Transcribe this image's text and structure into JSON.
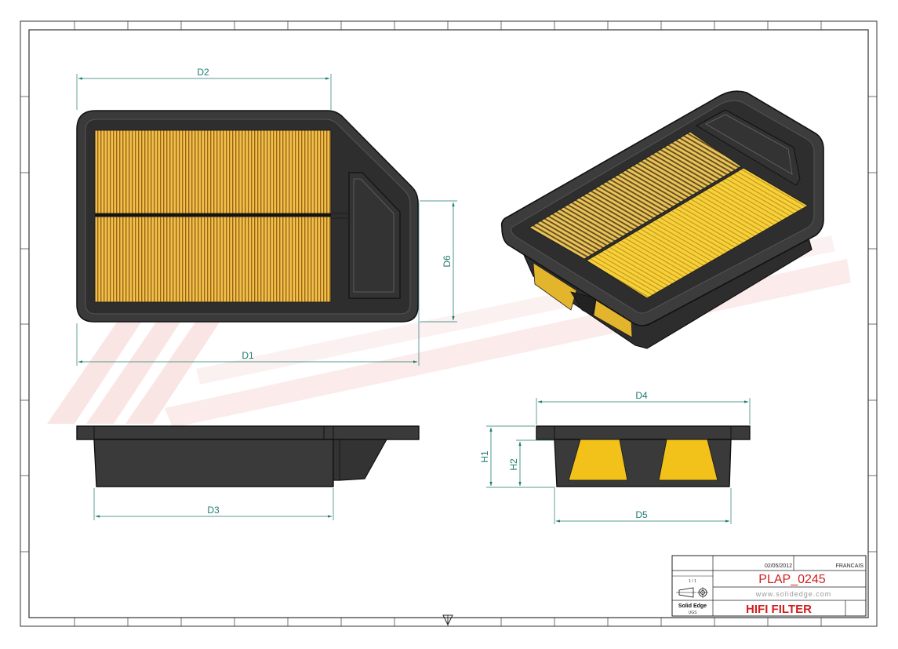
{
  "drawing": {
    "dimensions": {
      "d1": "D1",
      "d2": "D2",
      "d3": "D3",
      "d4": "D4",
      "d5": "D5",
      "d6": "D6",
      "h1": "H1",
      "h2": "H2"
    },
    "title_block": {
      "date_value": "02/05/2012",
      "language_value": "FRANCAIS",
      "sheet_value": "1 / 1",
      "part_number": "PLAP_0245",
      "website": "www.solidedge.com",
      "software": "Solid Edge",
      "software_sub": "UGS",
      "product_title": "HIFI FILTER"
    },
    "colors": {
      "frame": "#333333",
      "housing": "#3a3a3a",
      "housing_dark": "#242424",
      "media": "#f2c21a",
      "media_dark": "#b07a10",
      "dimension": "#1f7a6e",
      "watermark": "#f6c9c9",
      "title_red": "#d21f1f"
    },
    "icons": [
      "projection-symbol-icon",
      "view-arrow-icon"
    ]
  }
}
